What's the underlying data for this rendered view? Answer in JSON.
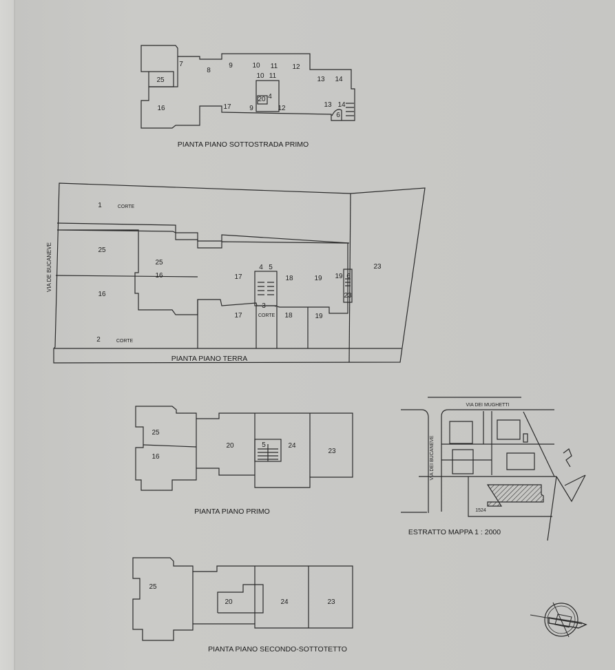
{
  "plans": [
    {
      "title": "PIANTA PIANO SOTTOSTRADA PRIMO",
      "rooms": [
        "7",
        "8",
        "9",
        "10",
        "11",
        "12",
        "13",
        "14",
        "25",
        "16",
        "17",
        "10",
        "11",
        "20",
        "4",
        "9",
        "12",
        "13",
        "14",
        "6"
      ]
    },
    {
      "title": "PIANTA PIANO TERRA",
      "rooms": [
        "1",
        "CORTE",
        "25",
        "25",
        "16",
        "16",
        "17",
        "4",
        "5",
        "18",
        "19",
        "19",
        "6",
        "23",
        "23",
        "3",
        "CORTE",
        "17",
        "18",
        "19",
        "2",
        "CORTE"
      ],
      "street": "VIA DE BUCANEVE"
    },
    {
      "title": "PIANTA PIANO PRIMO",
      "rooms": [
        "25",
        "16",
        "20",
        "5",
        "24",
        "23"
      ]
    },
    {
      "title": "PIANTA PIANO SECONDO-SOTTOTETTO",
      "rooms": [
        "25",
        "20",
        "24",
        "23"
      ]
    }
  ],
  "map": {
    "title": "ESTRATTO MAPPA 1 : 2000",
    "street_top": "VIA DEI MUGHETTI",
    "street_left": "VIA DEI BUCANEVE",
    "parcel": "1524"
  },
  "compass": {
    "icon": "compass-rose-icon"
  }
}
